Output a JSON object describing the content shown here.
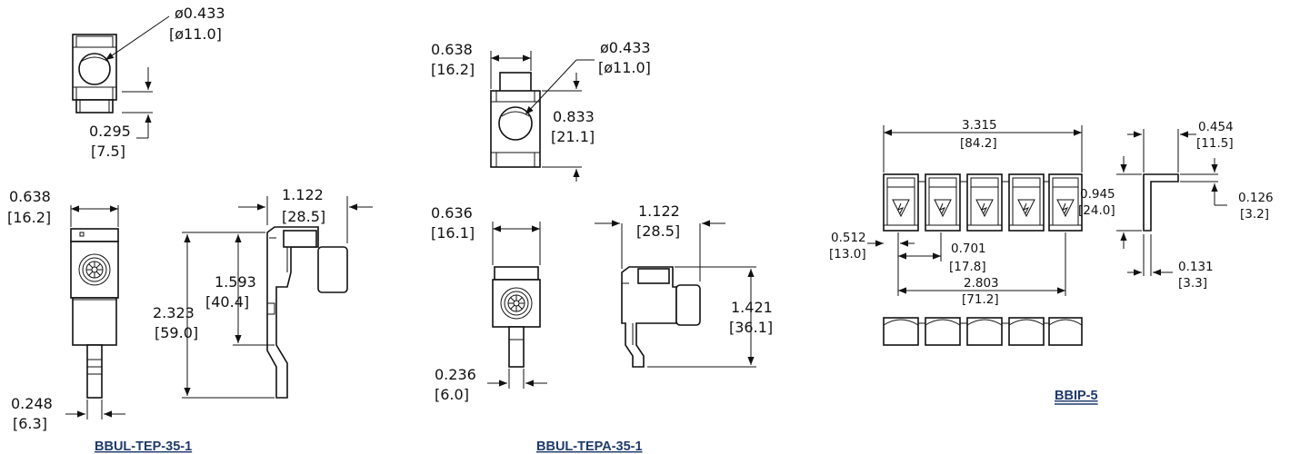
{
  "parts": {
    "tep": {
      "title": "BBUL-TEP-35-1",
      "hole_dia_in": "ø0.433",
      "hole_dia_mm": "[ø11.0]",
      "offset_in": "0.295",
      "offset_mm": "[7.5]",
      "width_in": "0.638",
      "width_mm": "[16.2]",
      "depth_in": "1.122",
      "depth_mm": "[28.5]",
      "mid_height_in": "1.593",
      "mid_height_mm": "[40.4]",
      "height_in": "2.323",
      "height_mm": "[59.0]",
      "tab_in": "0.248",
      "tab_mm": "[6.3]"
    },
    "tepa": {
      "title": "BBUL-TEPA-35-1",
      "width_top_in": "0.638",
      "width_top_mm": "[16.2]",
      "hole_dia_in": "ø0.433",
      "hole_dia_mm": "[ø11.0]",
      "top_height_in": "0.833",
      "top_height_mm": "[21.1]",
      "width_in": "0.636",
      "width_mm": "[16.1]",
      "depth_in": "1.122",
      "depth_mm": "[28.5]",
      "height_in": "1.421",
      "height_mm": "[36.1]",
      "tab_in": "0.236",
      "tab_mm": "[6.0]"
    },
    "bbip": {
      "title": "BBIP-5",
      "length_in": "3.315",
      "length_mm": "[84.2]",
      "edge_in": "0.512",
      "edge_mm": "[13.0]",
      "pitch_in": "0.701",
      "pitch_mm": "[17.8]",
      "span_in": "2.803",
      "span_mm": "[71.2]",
      "side_w_in": "0.454",
      "side_w_mm": "[11.5]",
      "side_h_in": "0.945",
      "side_h_mm": "[24.0]",
      "lip_in": "0.126",
      "lip_mm": "[3.2]",
      "thick_in": "0.131",
      "thick_mm": "[3.3]"
    }
  }
}
